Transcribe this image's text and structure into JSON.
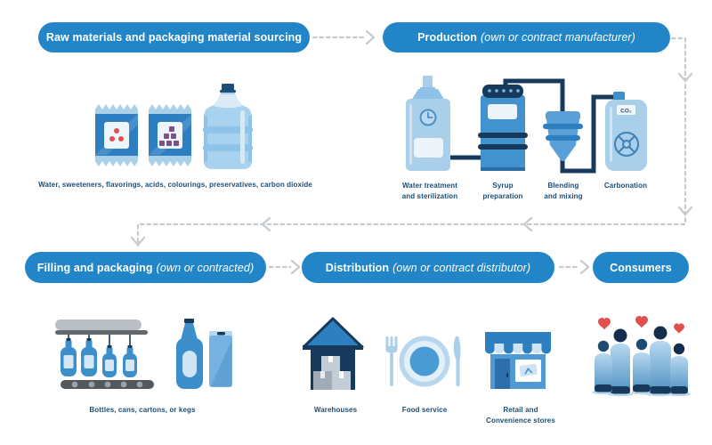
{
  "colors": {
    "pill_blue": "#2185c7",
    "caption_navy": "#1d4e77",
    "dark_navy": "#16395c",
    "medium_blue": "#3d8fcb",
    "light_blue": "#a9cfe9",
    "heart_red": "#e0504f",
    "sachet_purple": "#7b5288",
    "arrow_gray": "#c6cbd0"
  },
  "pills": {
    "raw_materials": {
      "bold": "Raw materials and packaging material sourcing",
      "italic": ""
    },
    "production": {
      "bold": "Production",
      "italic": "(own or contract manufacturer)"
    },
    "filling": {
      "bold": "Filling and packaging",
      "italic": "(own or contracted)"
    },
    "distribution": {
      "bold": "Distribution",
      "italic": "(own or contract distributor)"
    },
    "consumers": {
      "bold": "Consumers",
      "italic": ""
    }
  },
  "captions": {
    "raw_materials": "Water, sweeteners, flavorings, acids, colourings, preservatives, carbon dioxide",
    "filling": "Bottles, cans, cartons, or kegs"
  },
  "production_steps": [
    {
      "label": "Water treatment and sterilization"
    },
    {
      "label": "Syrup preparation"
    },
    {
      "label": "Blending and mixing"
    },
    {
      "label": "Carbonation"
    }
  ],
  "distribution_channels": [
    {
      "label": "Warehouses"
    },
    {
      "label": "Food service"
    },
    {
      "label": "Retail and Convenience stores"
    }
  ],
  "carbonation_tank_label": "CO₂",
  "icons": {
    "raw_materials": [
      "sachet-red-icon",
      "sachet-purple-icon",
      "water-jug-icon"
    ],
    "production": [
      "water-treatment-tank-icon",
      "syrup-tank-icon",
      "blending-vessel-icon",
      "carbonation-tank-icon"
    ],
    "filling": [
      "bottling-line-icon",
      "bottle-icon",
      "can-icon"
    ],
    "distribution": [
      "warehouse-icon",
      "food-service-icon",
      "retail-store-icon"
    ],
    "consumers": [
      "people-hearts-icon"
    ]
  }
}
